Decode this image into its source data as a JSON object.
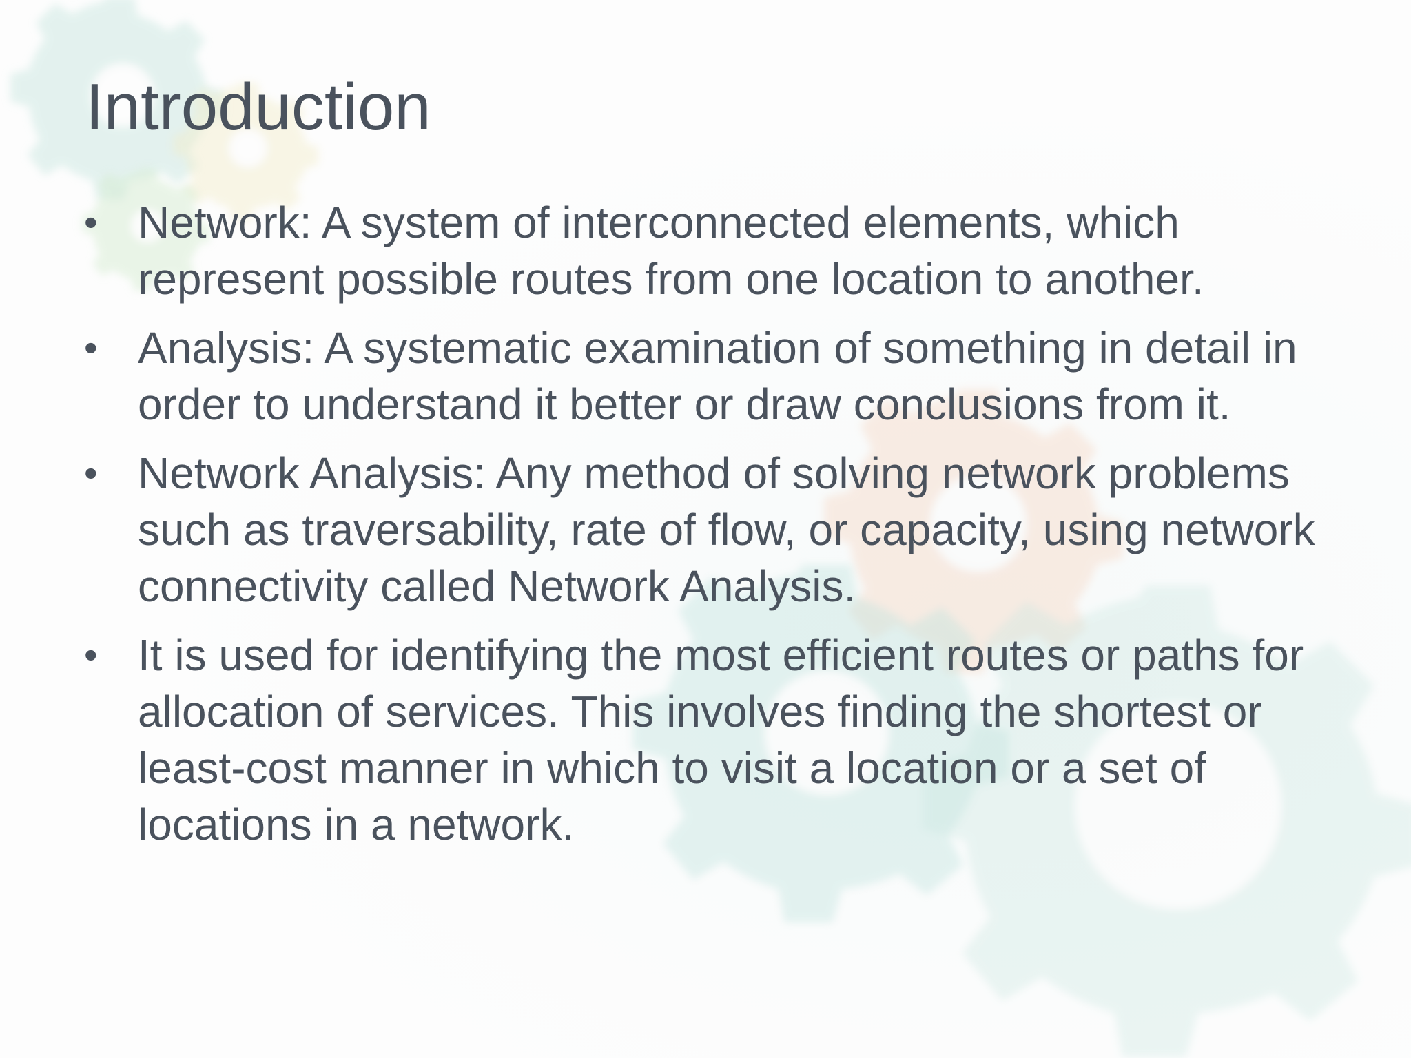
{
  "slide": {
    "title": "Introduction",
    "bullet_symbol": "•",
    "bullets": [
      {
        "text": "Network:  A system of interconnected elements, which represent possible routes from one location to another."
      },
      {
        "text": "Analysis: A systematic examination of something in detail in order to understand it better or draw conclusions from it."
      },
      {
        "text": "Network Analysis: Any method of solving network problems such as traversability, rate of flow, or capacity, using network connectivity called Network Analysis."
      },
      {
        "text": "It is used for identifying the most efficient routes or paths for allocation of services. This involves finding the shortest or least-cost manner in which to visit a location or a set of locations in a network."
      }
    ]
  },
  "colors": {
    "text": "#4a525d",
    "background": "#fdfdfd",
    "gear_teal": "#bfe3de",
    "gear_green": "#d7ecd2",
    "gear_yellow": "#f3ecd0",
    "gear_orange": "#f6d9c7"
  },
  "decor": {
    "icons": [
      "gear-icon"
    ]
  }
}
